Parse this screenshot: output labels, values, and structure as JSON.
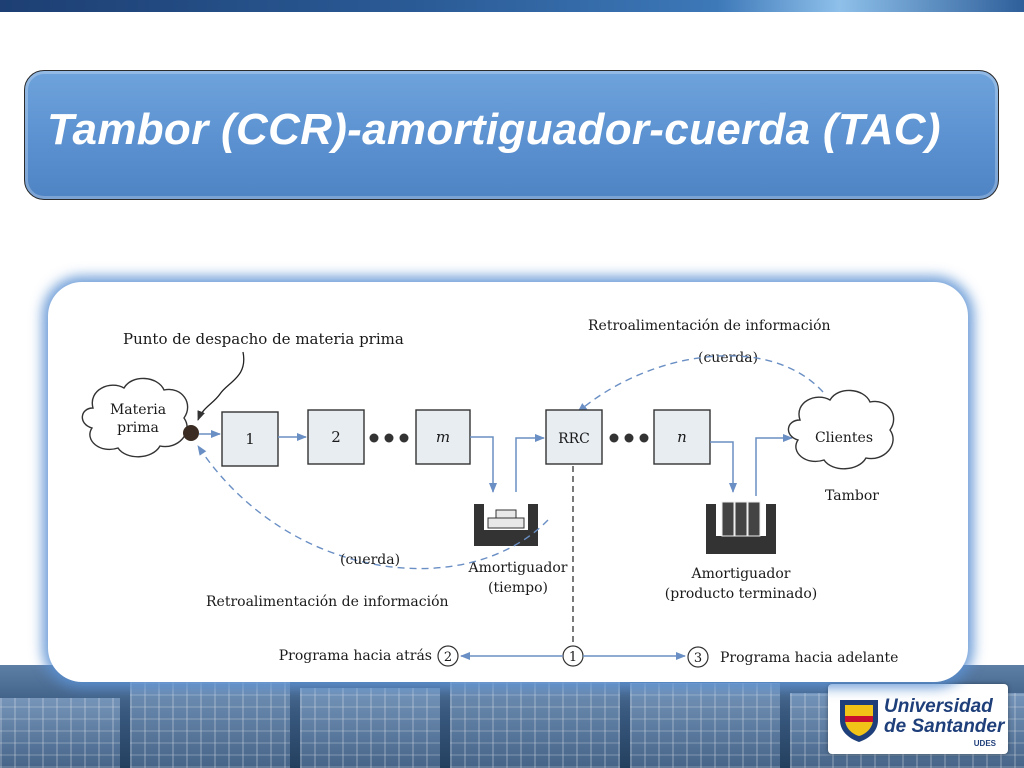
{
  "slide": {
    "title": "Tambor (CCR)-amortiguador-cuerda (TAC)"
  },
  "diagram": {
    "annotation_dispatch": "Punto de despacho de materia prima",
    "feedback_top": "Retroalimentación de información",
    "rope_top": "(cuerda)",
    "raw_material_line1": "Materia",
    "raw_material_line2": "prima",
    "stations": [
      "1",
      "2",
      "m"
    ],
    "rrc_label": "RRC",
    "station_n": "n",
    "customers": "Clientes",
    "drum": "Tambor",
    "rope_bottom": "(cuerda)",
    "feedback_bottom": "Retroalimentación de información",
    "buffer_time_line1": "Amortiguador",
    "buffer_time_line2": "(tiempo)",
    "buffer_finished_line1": "Amortiguador",
    "buffer_finished_line2": "(producto terminado)",
    "schedule_back": "Programa hacia atrás",
    "schedule_forward": "Programa hacia adelante",
    "marker_1": "1",
    "marker_2": "2",
    "marker_3": "3"
  },
  "logo": {
    "line1": "Universidad",
    "line2": "de Santander",
    "sub": "UDES"
  }
}
